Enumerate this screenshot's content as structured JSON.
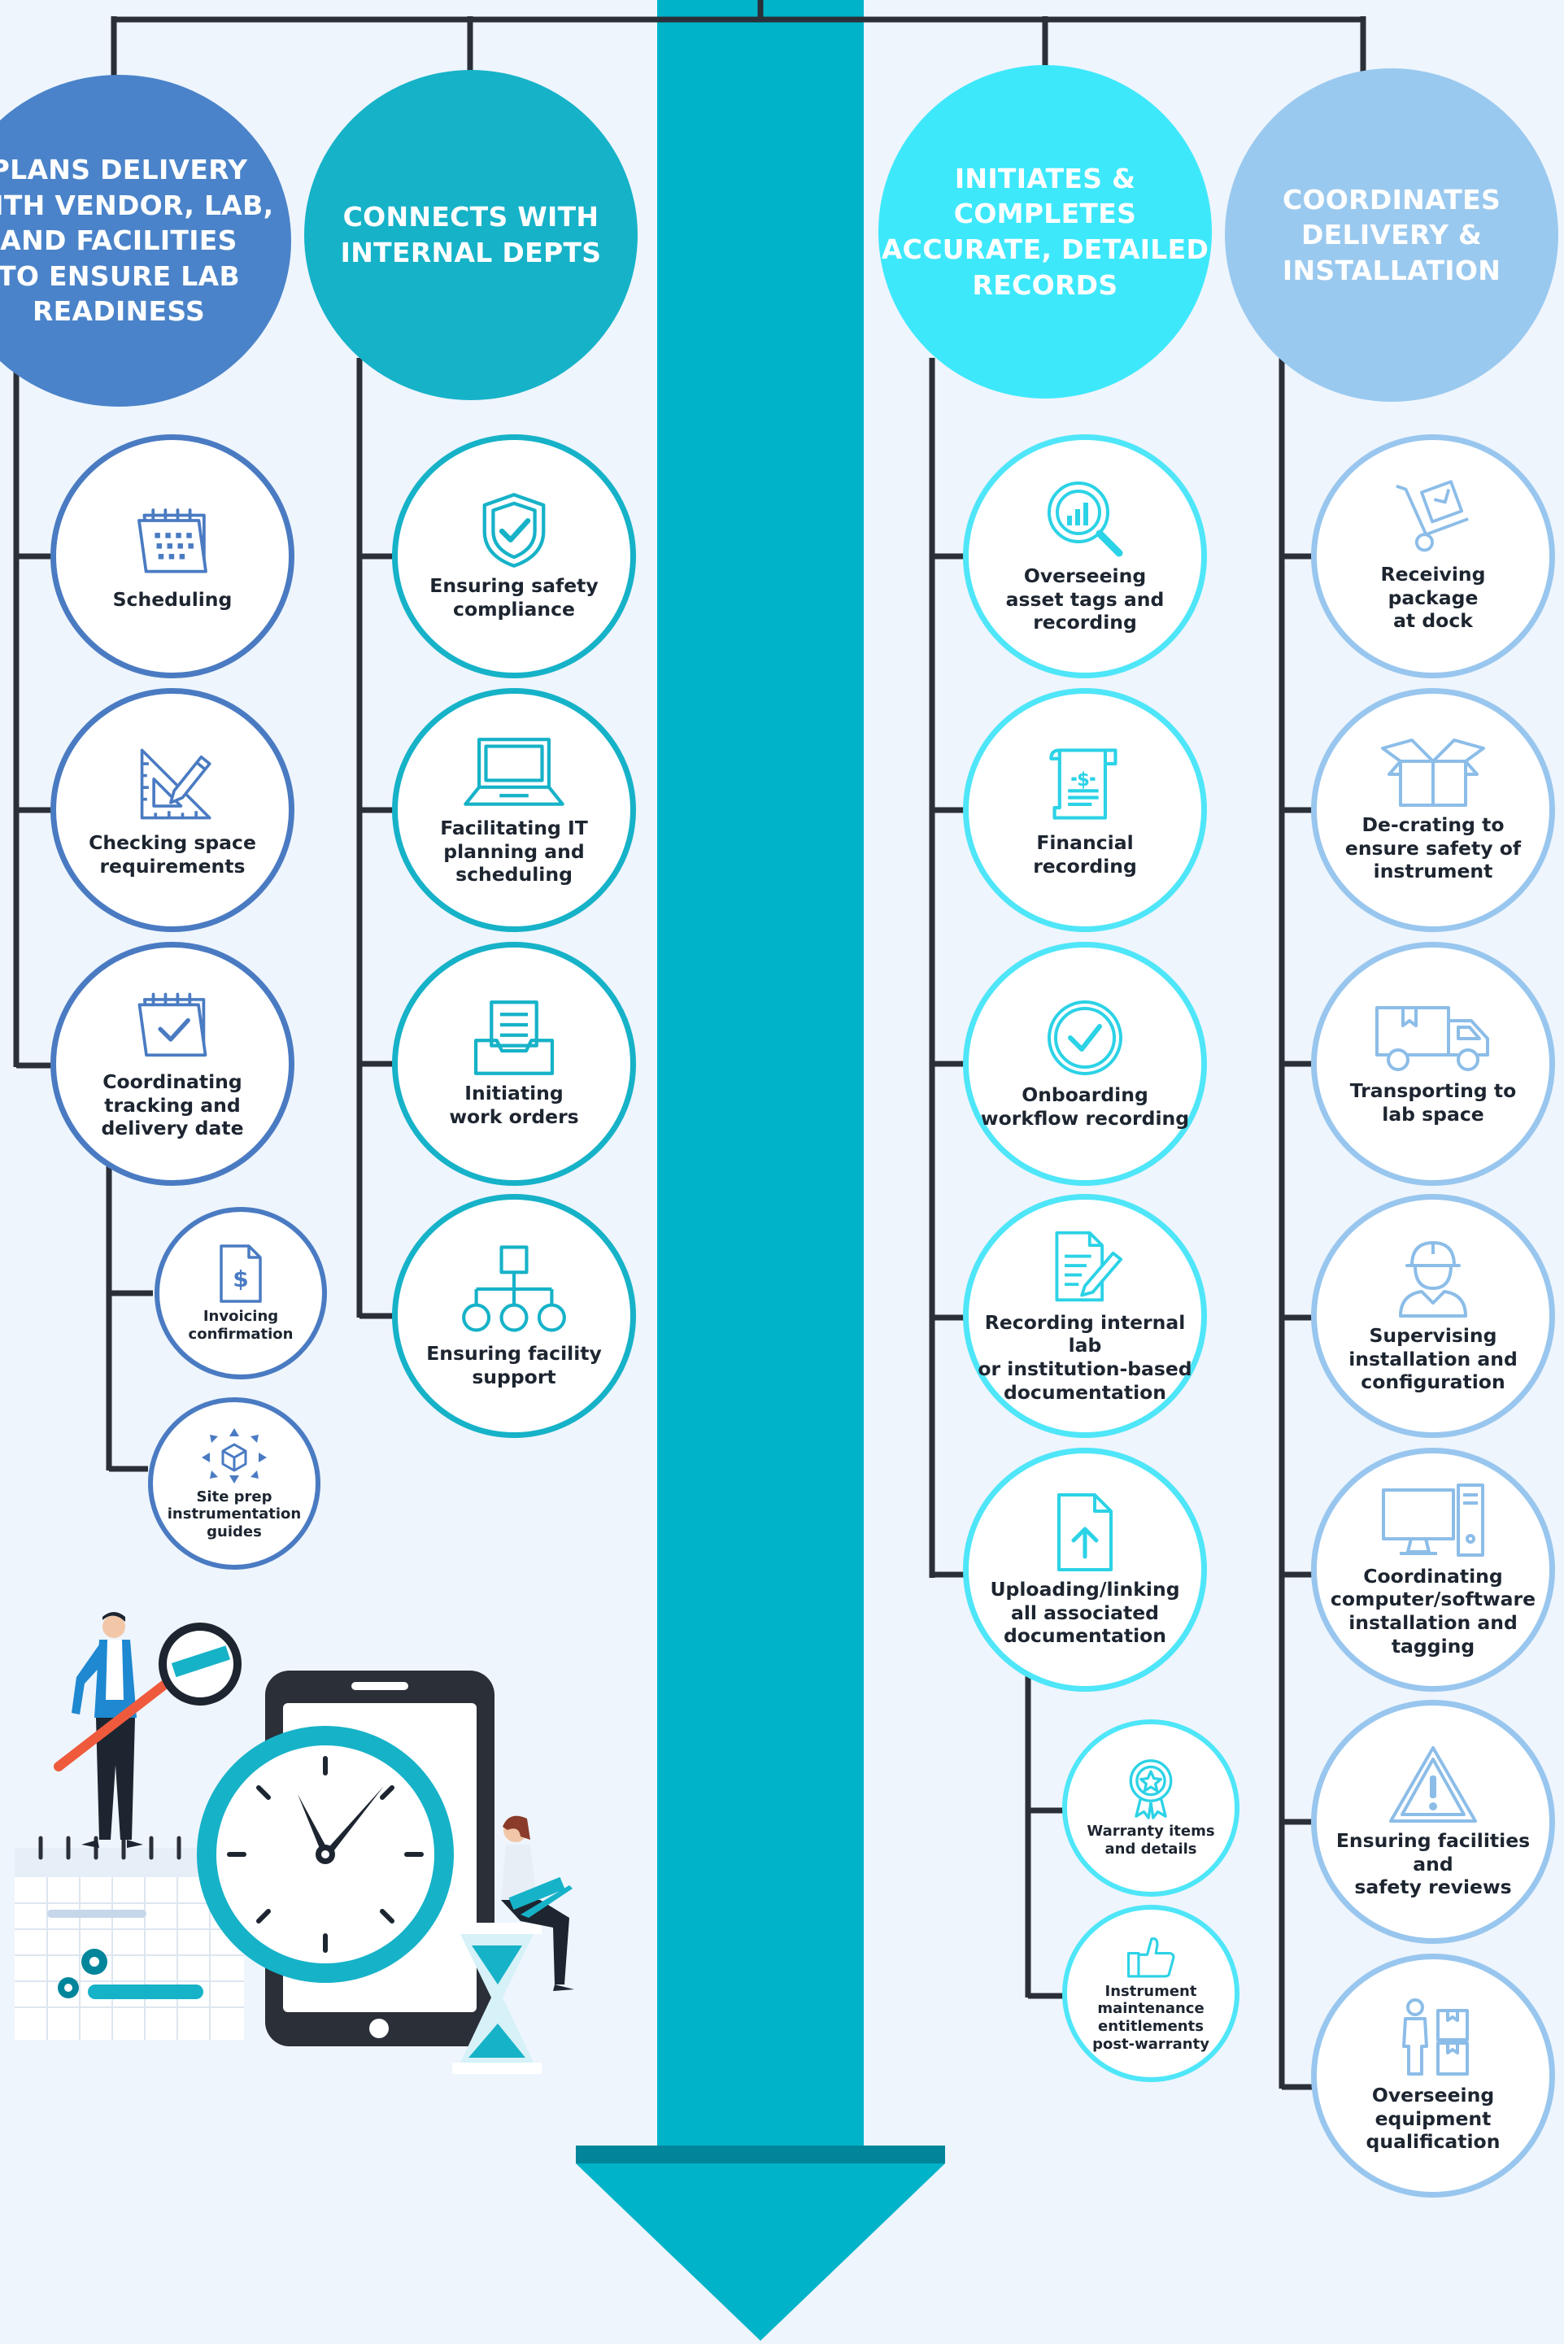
{
  "colors": {
    "background": "#eef5fd",
    "connector": "#2a2f38",
    "arrow": "#00b3c9",
    "arrow_dark": "#00859a",
    "col1_header": "#4a83c9",
    "col1_ring": "#4a7bc2",
    "col2_header": "#16b2c8",
    "col2_ring": "#16b2c8",
    "col3_header": "#3ee8fb",
    "col3_ring": "#4ee6f8",
    "col4_header": "#9ac9ef",
    "col4_ring": "#98c6ee"
  },
  "columns": [
    {
      "header": "PLANS DELIVERY\nWITH VENDOR, LAB,\nAND FACILITIES\nTO ENSURE LAB\nREADINESS",
      "items": [
        {
          "label": "Scheduling",
          "icon": "calendar-icon"
        },
        {
          "label": "Checking space\nrequirements",
          "icon": "ruler-pencil-icon"
        },
        {
          "label": "Coordinating\ntracking and\ndelivery date",
          "icon": "calendar-check-icon"
        }
      ],
      "subitems": [
        {
          "label": "Invoicing\nconfirmation",
          "icon": "invoice-icon"
        },
        {
          "label": "Site prep\ninstrumentation\nguides",
          "icon": "cube-arrows-icon"
        }
      ]
    },
    {
      "header": "CONNECTS WITH\nINTERNAL DEPTS",
      "items": [
        {
          "label": "Ensuring safety\ncompliance",
          "icon": "shield-check-icon"
        },
        {
          "label": "Facilitating IT\nplanning and\nscheduling",
          "icon": "laptop-icon"
        },
        {
          "label": "Initiating\nwork orders",
          "icon": "inbox-tray-icon"
        },
        {
          "label": "Ensuring facility\nsupport",
          "icon": "org-chart-icon"
        }
      ]
    },
    {
      "header": "INITIATES &\nCOMPLETES\nACCURATE, DETAILED\nRECORDS",
      "items": [
        {
          "label": "Overseeing\nasset tags and\nrecording",
          "icon": "magnifier-chart-icon"
        },
        {
          "label": "Financial\nrecording",
          "icon": "receipt-dollar-icon"
        },
        {
          "label": "Onboarding\nworkflow recording",
          "icon": "clock-check-icon"
        },
        {
          "label": "Recording internal lab\nor institution-based\ndocumentation",
          "icon": "document-pen-icon"
        },
        {
          "label": "Uploading/linking\nall associated\ndocumentation",
          "icon": "file-upload-icon"
        }
      ],
      "subitems": [
        {
          "label": "Warranty items\nand details",
          "icon": "award-badge-icon"
        },
        {
          "label": "Instrument\nmaintenance\nentitlements\npost-warranty",
          "icon": "thumbs-up-icon"
        }
      ]
    },
    {
      "header": "COORDINATES\nDELIVERY &\nINSTALLATION",
      "items": [
        {
          "label": "Receiving\npackage\nat dock",
          "icon": "hand-truck-icon"
        },
        {
          "label": "De-crating to\nensure safety of\ninstrument",
          "icon": "open-box-icon"
        },
        {
          "label": "Transporting to\nlab space",
          "icon": "truck-icon"
        },
        {
          "label": "Supervising\ninstallation and\nconfiguration",
          "icon": "worker-icon"
        },
        {
          "label": "Coordinating\ncomputer/software\ninstallation and\ntagging",
          "icon": "computer-icon"
        },
        {
          "label": "Ensuring facilities and\nsafety reviews",
          "icon": "warning-icon"
        },
        {
          "label": "Overseeing\nequipment\nqualification",
          "icon": "person-box-icon"
        }
      ]
    }
  ]
}
